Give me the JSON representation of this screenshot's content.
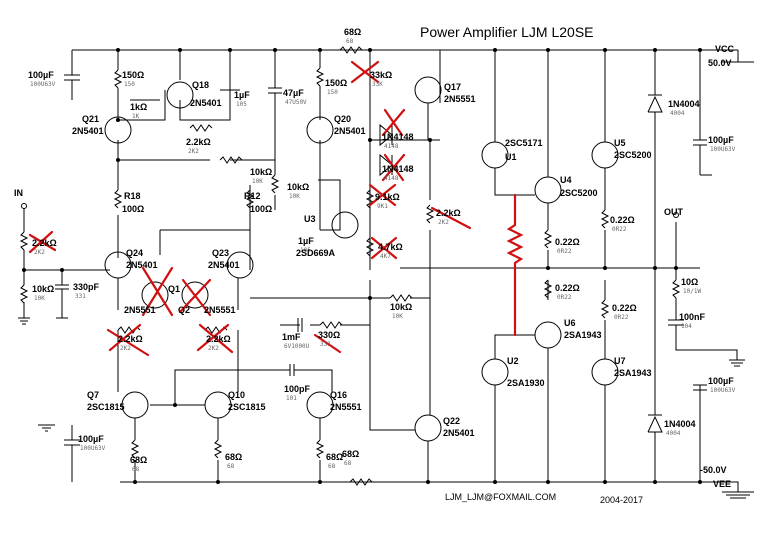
{
  "title": "Power Amplifier LJM L20SE",
  "footer": {
    "email": "LJM_LJM@FOXMAIL.COM",
    "years": "2004-2017"
  },
  "rails": {
    "vcc": "VCC",
    "vcc_value": "50.0V",
    "vee": "VEE",
    "vee_value": "-50.0V"
  },
  "io": {
    "in": "IN",
    "out": "OUT"
  },
  "labels": [
    {
      "text": "68Ω",
      "sub": "68"
    },
    {
      "text": "33kΩ",
      "sub": "33K"
    },
    {
      "text": "150Ω",
      "sub": "150"
    },
    {
      "text": "1kΩ",
      "sub": "1K"
    },
    {
      "text": "Q18",
      "sub": ""
    },
    {
      "text": "2N5401",
      "sub": ""
    },
    {
      "text": "1µF",
      "sub": "105"
    },
    {
      "text": "47µF",
      "sub": "47U50V"
    },
    {
      "text": "150Ω",
      "sub": "150"
    },
    {
      "text": "Q17",
      "sub": ""
    },
    {
      "text": "2N5551",
      "sub": ""
    },
    {
      "text": "100µF",
      "sub": "100U63V"
    },
    {
      "text": "Q21",
      "sub": ""
    },
    {
      "text": "2N5401",
      "sub": ""
    },
    {
      "text": "2.2kΩ",
      "sub": "2K2"
    },
    {
      "text": "Q20",
      "sub": ""
    },
    {
      "text": "2N5401",
      "sub": ""
    },
    {
      "text": "1N4148",
      "sub": "4148"
    },
    {
      "text": "1N4148",
      "sub": "4148"
    },
    {
      "text": "2SC5171",
      "sub": ""
    },
    {
      "text": "U1",
      "sub": ""
    },
    {
      "text": "U5",
      "sub": ""
    },
    {
      "text": "2SC5200",
      "sub": ""
    },
    {
      "text": "1N4004",
      "sub": "4004"
    },
    {
      "text": "100µF",
      "sub": "100U63V"
    },
    {
      "text": "10kΩ",
      "sub": "10K"
    },
    {
      "text": "10kΩ",
      "sub": "10K"
    },
    {
      "text": "9.1kΩ",
      "sub": "9K1"
    },
    {
      "text": "2.2kΩ",
      "sub": "2K2"
    },
    {
      "text": "U4",
      "sub": ""
    },
    {
      "text": "2SC5200",
      "sub": ""
    },
    {
      "text": "R18",
      "sub": ""
    },
    {
      "text": "100Ω",
      "sub": ""
    },
    {
      "text": "R12",
      "sub": ""
    },
    {
      "text": "100Ω",
      "sub": ""
    },
    {
      "text": "U3",
      "sub": ""
    },
    {
      "text": "1µF",
      "sub": "105"
    },
    {
      "text": "0.22Ω",
      "sub": "0R22"
    },
    {
      "text": "4.7kΩ",
      "sub": "4K7"
    },
    {
      "text": "2SD669A",
      "sub": ""
    },
    {
      "text": "0.22Ω",
      "sub": "0R22"
    },
    {
      "text": "2.2kΩ",
      "sub": "2K2"
    },
    {
      "text": "Q24",
      "sub": ""
    },
    {
      "text": "2N5401",
      "sub": ""
    },
    {
      "text": "Q23",
      "sub": ""
    },
    {
      "text": "2N5401",
      "sub": ""
    },
    {
      "text": "10kΩ",
      "sub": "10K"
    },
    {
      "text": "330pF",
      "sub": "331"
    },
    {
      "text": "Q1",
      "sub": ""
    },
    {
      "text": "Q2",
      "sub": ""
    },
    {
      "text": "2N5551",
      "sub": ""
    },
    {
      "text": "2N5551",
      "sub": ""
    },
    {
      "text": "10kΩ",
      "sub": "10K"
    },
    {
      "text": "0.22Ω",
      "sub": "0R22"
    },
    {
      "text": "0.22Ω",
      "sub": "0R22"
    },
    {
      "text": "10Ω",
      "sub": "10/1W"
    },
    {
      "text": "1mF",
      "sub": "6V1000U"
    },
    {
      "text": "330Ω",
      "sub": "331"
    },
    {
      "text": "U6",
      "sub": ""
    },
    {
      "text": "2SA1943",
      "sub": ""
    },
    {
      "text": "100nF",
      "sub": "104"
    },
    {
      "text": "2.2kΩ",
      "sub": "2K2"
    },
    {
      "text": "2.2kΩ",
      "sub": "2K2"
    },
    {
      "text": "U2",
      "sub": ""
    },
    {
      "text": "2SA1930",
      "sub": ""
    },
    {
      "text": "U7",
      "sub": ""
    },
    {
      "text": "2SA1943",
      "sub": ""
    },
    {
      "text": "Q7",
      "sub": ""
    },
    {
      "text": "2SC1815",
      "sub": ""
    },
    {
      "text": "Q10",
      "sub": ""
    },
    {
      "text": "2SC1815",
      "sub": ""
    },
    {
      "text": "100pF",
      "sub": "101"
    },
    {
      "text": "Q16",
      "sub": ""
    },
    {
      "text": "2N5551",
      "sub": ""
    },
    {
      "text": "100µF",
      "sub": "100U63V"
    },
    {
      "text": "100µF",
      "sub": "100U63V"
    },
    {
      "text": "Q22",
      "sub": ""
    },
    {
      "text": "2N5401",
      "sub": ""
    },
    {
      "text": "1N4004",
      "sub": "4004"
    },
    {
      "text": "68Ω",
      "sub": "68"
    },
    {
      "text": "68Ω",
      "sub": "68"
    },
    {
      "text": "68Ω",
      "sub": "68"
    },
    {
      "text": "68Ω",
      "sub": "68"
    }
  ],
  "colors": {
    "wire": "#000000",
    "markup": "#d01010"
  }
}
